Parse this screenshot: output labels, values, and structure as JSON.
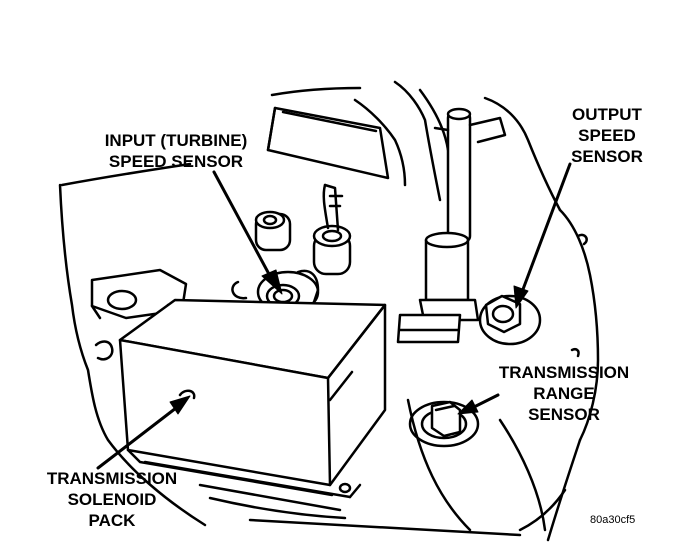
{
  "labels": {
    "input_sensor": [
      "INPUT (TURBINE)",
      "SPEED SENSOR"
    ],
    "output_sensor": [
      "OUTPUT",
      "SPEED",
      "SENSOR"
    ],
    "range_sensor": [
      "TRANSMISSION",
      "RANGE",
      "SENSOR"
    ],
    "solenoid_pack": [
      "TRANSMISSION",
      "SOLENOID",
      "PACK"
    ]
  },
  "figure_code": "80a30cf5",
  "colors": {
    "ink": "#000000",
    "paper": "#ffffff"
  }
}
